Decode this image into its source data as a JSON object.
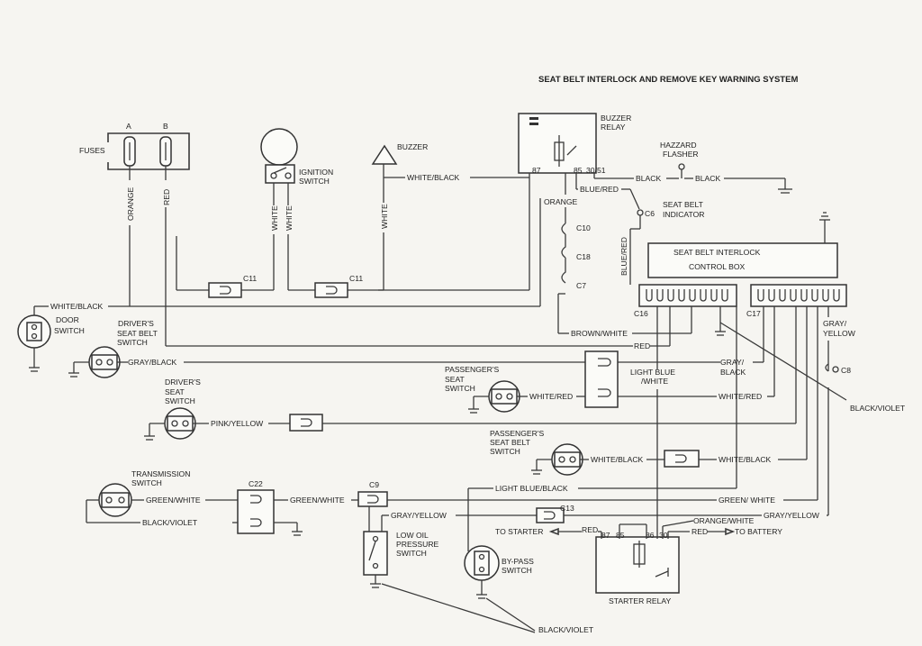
{
  "title": "SEAT BELT INTERLOCK AND REMOVE KEY WARNING SYSTEM",
  "components": {
    "fuses": "FUSES",
    "fuse_a": "A",
    "fuse_b": "B",
    "ignition_switch": [
      "IGNITION",
      "SWITCH"
    ],
    "buzzer": "BUZZER",
    "buzzer_relay": [
      "BUZZER",
      "RELAY"
    ],
    "hazzard_flasher": [
      "HAZZARD",
      "FLASHER"
    ],
    "seat_belt_indicator": [
      "SEAT BELT",
      "INDICATOR"
    ],
    "control_box": [
      "SEAT BELT INTERLOCK",
      "CONTROL BOX"
    ],
    "door_switch": [
      "DOOR",
      "SWITCH"
    ],
    "drivers_seat_belt_switch": [
      "DRIVER'S",
      "SEAT BELT",
      "SWITCH"
    ],
    "passengers_seat_switch": [
      "PASSENGER'S",
      "SEAT",
      "SWITCH"
    ],
    "drivers_seat_switch": [
      "DRIVER'S",
      "SEAT",
      "SWITCH"
    ],
    "passengers_seat_belt_switch": [
      "PASSENGER'S",
      "SEAT BELT",
      "SWITCH"
    ],
    "transmission_switch": [
      "TRANSMISSION",
      "SWITCH"
    ],
    "low_oil_pressure_switch": [
      "LOW OIL",
      "PRESSURE",
      "SWITCH"
    ],
    "bypass_switch": [
      "BY-PASS",
      "SWITCH"
    ],
    "starter_relay": "STARTER RELAY",
    "to_starter": "TO STARTER",
    "to_battery": "TO BATTERY"
  },
  "connectors": {
    "c11a": "C11",
    "c11b": "C11",
    "c10": "C10",
    "c18": "C18",
    "c7": "C7",
    "c6": "C6",
    "c16": "C16",
    "c17": "C17",
    "c8": "C8",
    "c22": "C22",
    "c9": "C9",
    "c13": "C13"
  },
  "terminals": {
    "r87": "87",
    "r85": "85",
    "r3051": "30/51",
    "s87": "87",
    "s85": "85",
    "s86": "86",
    "s30": "30"
  },
  "wires": {
    "orange": "ORANGE",
    "red": "RED",
    "white1": "WHITE",
    "white2": "WHITE",
    "white3": "WHITE",
    "white_black1": "WHITE/BLACK",
    "black1": "BLACK",
    "black2": "BLACK",
    "blue_red1": "BLUE/RED",
    "orange2": "ORANGE",
    "blue_red2": "BLUE/RED",
    "white_black2": "WHITE/BLACK",
    "brown_white": "BROWN/WHITE",
    "red2": "RED",
    "gray_yellow1": [
      "GRAY/",
      "YELLOW"
    ],
    "gray_black1": "GRAY/BLACK",
    "gray_black2": [
      "GRAY/",
      "BLACK"
    ],
    "light_blue_white": [
      "LIGHT BLUE",
      "/WHITE"
    ],
    "white_red1": "WHITE/RED",
    "white_red2": "WHITE/RED",
    "black_violet1": "BLACK/VIOLET",
    "pink_yellow": "PINK/YELLOW",
    "white_black3": "WHITE/BLACK",
    "white_black4": "WHITE/BLACK",
    "light_blue_black": "LIGHT BLUE/BLACK",
    "green_white1": "GREEN/WHITE",
    "green_white2": "GREEN/WHITE",
    "green_white3": "GREEN/ WHITE",
    "black_violet2": "BLACK/VIOLET",
    "gray_yellow2": "GRAY/YELLOW",
    "gray_yellow3": "GRAY/YELLOW",
    "red3": "RED",
    "orange_white": "ORANGE/WHITE",
    "red4": "RED",
    "black_violet3": "BLACK/VIOLET"
  }
}
